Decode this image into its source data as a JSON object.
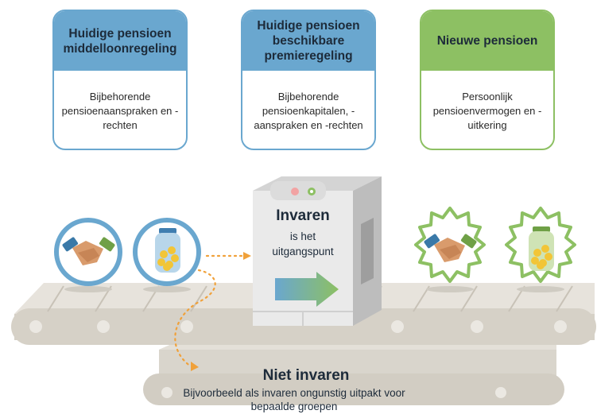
{
  "cards": [
    {
      "title": "Huidige pensioen middelloonregeling",
      "body": "Bijbehorende pensioenaanspraken en -rechten"
    },
    {
      "title": "Huidige pensioen beschikbare premieregeling",
      "body": "Bijbehorende pensioenkapitalen, -aanspraken en -rechten"
    },
    {
      "title": "Nieuwe pensioen",
      "body": "Persoonlijk pensioenvermogen en -uitkering"
    }
  ],
  "machine": {
    "title": "Invaren",
    "subtitle": "is het uitgangspunt"
  },
  "lower": {
    "title": "Niet invaren",
    "subtitle": "Bijvoorbeeld als invaren ongunstig uitpakt voor bepaalde groepen"
  },
  "colors": {
    "blue": "#6aa7cf",
    "green": "#8dc063",
    "belt": "#d9d5cc",
    "machine": "#e6e6e6"
  }
}
